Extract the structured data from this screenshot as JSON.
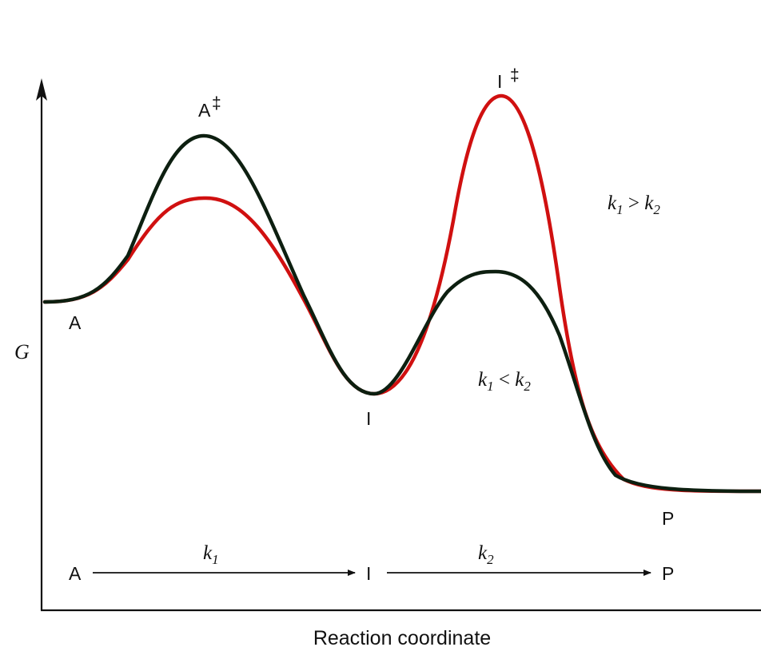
{
  "axes": {
    "y_label": "G",
    "x_label": "Reaction coordinate"
  },
  "states": {
    "reactant": "A",
    "transition_1": "A",
    "transition_1_mark": "‡",
    "intermediate": "I",
    "transition_2": "I",
    "transition_2_mark": "‡",
    "product": "P"
  },
  "conditions": {
    "k1_gt_k2": {
      "k1": "k",
      "k1_sub": "1",
      "op": " > ",
      "k2": "k",
      "k2_sub": "2"
    },
    "k1_lt_k2": {
      "k1": "k",
      "k1_sub": "1",
      "op": " < ",
      "k2": "k",
      "k2_sub": "2"
    }
  },
  "scheme": {
    "reactant": "A",
    "intermediate": "I",
    "product": "P",
    "step1": {
      "k": "k",
      "sub": "1"
    },
    "step2": {
      "k": "k",
      "sub": "2"
    }
  },
  "colors": {
    "curve_k1_gt_k2": "#d01010",
    "curve_k1_lt_k2": "#0d1f10",
    "axis": "#111111"
  }
}
